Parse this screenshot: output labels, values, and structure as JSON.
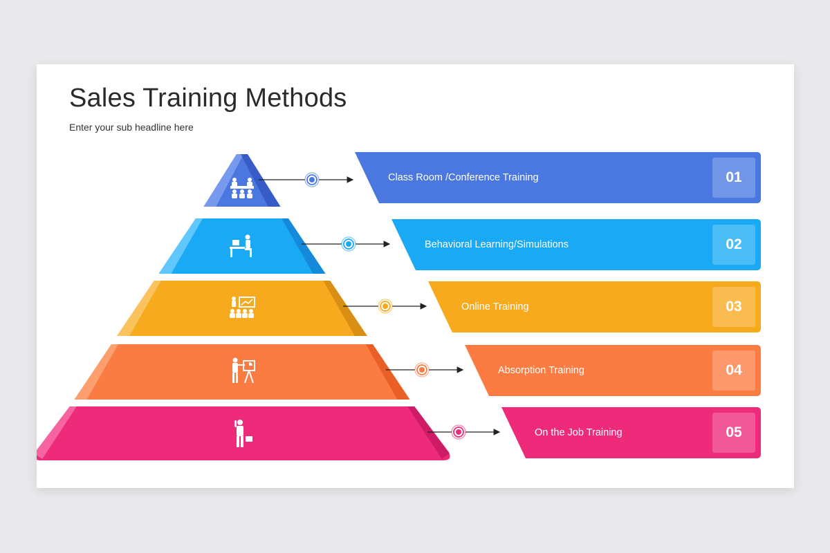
{
  "header": {
    "title": "Sales Training Methods",
    "subtitle": "Enter your sub headline here"
  },
  "levels": [
    {
      "label": "Class Room /Conference Training",
      "number": "01",
      "color": "#4a78e0",
      "dark": "#3557c2",
      "light": "#7f9ff0",
      "icon": "meeting-icon"
    },
    {
      "label": "Behavioral Learning/Simulations",
      "number": "02",
      "color": "#1aaaf5",
      "dark": "#1585d6",
      "light": "#6ccdfb",
      "icon": "desk-worker-icon"
    },
    {
      "label": "Online Training",
      "number": "03",
      "color": "#f8aa1f",
      "dark": "#d48a13",
      "light": "#fcc868",
      "icon": "presentation-audience-icon"
    },
    {
      "label": "Absorption Training",
      "number": "04",
      "color": "#fb7c42",
      "dark": "#e65a20",
      "light": "#fda577",
      "icon": "presenter-chart-icon"
    },
    {
      "label": "On the Job Training",
      "number": "05",
      "color": "#ee2a7b",
      "dark": "#c91a63",
      "light": "#f56aa5",
      "icon": "businessman-icon"
    }
  ]
}
